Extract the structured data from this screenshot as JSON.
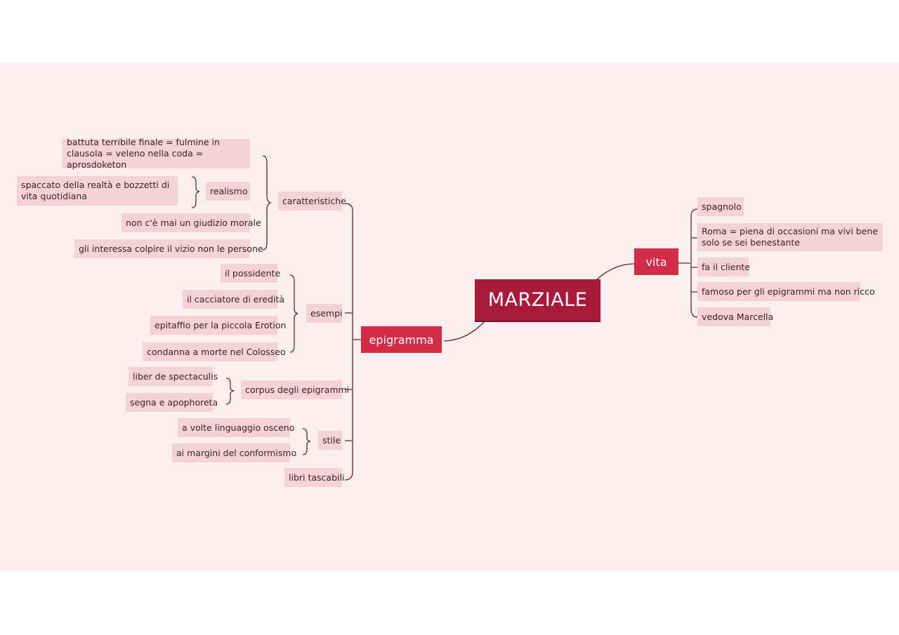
{
  "central": "MARZIALE",
  "vita": {
    "label": "vita",
    "items": [
      "spagnolo",
      "Roma = piena di occasioni ma vivi bene solo se sei benestante",
      "fa il cliente",
      "famoso per gli epigrammi ma non ricco",
      "vedova Marcella"
    ]
  },
  "epigramma": {
    "label": "epigramma",
    "caratteristiche": {
      "label": "caratteristiche",
      "battuta": "battuta terribile finale = fulmine in clausola = veleno nella coda = aprosdoketon",
      "realismo": {
        "label": "realismo",
        "detail": "spaccato della realtà e bozzetti di vita quotidiana"
      },
      "giudizio": "non c'è mai un giudizio morale",
      "vizio": "gli interessa colpire il vizio non le persone"
    },
    "esempi": {
      "label": "esempi",
      "items": [
        "il possidente",
        "il cacciatore di eredità",
        "epitaffio per la piccola Erotion",
        "condanna a morte nel Colosseo"
      ]
    },
    "corpus": {
      "label": "corpus degli epigrammi",
      "items": [
        "liber de spectaculis",
        "segna e apophoreta"
      ]
    },
    "stile": {
      "label": "stile",
      "items": [
        "a volte linguaggio osceno",
        "ai margini del conformismo"
      ]
    },
    "libri": "libri tascabili"
  },
  "colors": {
    "canvas": "#fbeff1",
    "central": "#a8193a",
    "main_topic": "#d42c48",
    "subtopic": "#f5d2d8",
    "line": "#6b2232"
  }
}
